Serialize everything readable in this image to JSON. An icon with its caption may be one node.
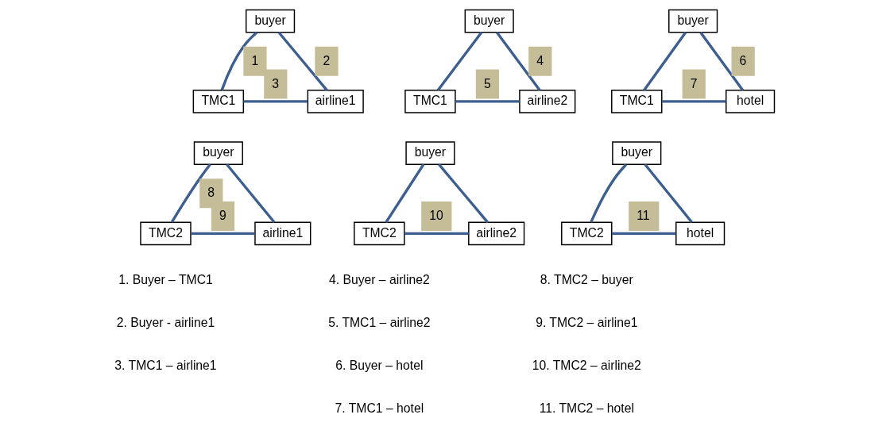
{
  "diagram": {
    "nodes": [
      {
        "text": [
          "buyer"
        ]
      },
      {
        "text": [
          "TMC1"
        ]
      },
      {
        "text": [
          "airline1"
        ]
      },
      {
        "text": [
          "buyer"
        ]
      },
      {
        "text": [
          "TMC1"
        ]
      },
      {
        "text": [
          "airline2"
        ]
      },
      {
        "text": [
          "buyer"
        ]
      },
      {
        "text": [
          "TMC1"
        ]
      },
      {
        "text": [
          "hotel"
        ]
      },
      {
        "text": [
          "buyer"
        ]
      },
      {
        "text": [
          "TMC2"
        ]
      },
      {
        "text": [
          "airline1"
        ]
      },
      {
        "text": [
          "buyer"
        ]
      },
      {
        "text": [
          "TMC2"
        ]
      },
      {
        "text": [
          "airline2"
        ]
      },
      {
        "text": [
          "buyer"
        ]
      },
      {
        "text": [
          "TMC2"
        ]
      },
      {
        "text": [
          "hotel"
        ]
      }
    ],
    "edges": [
      {
        "from": 0,
        "to": 1,
        "arrow": "none",
        "label": "1"
      },
      {
        "from": 0,
        "to": 2,
        "arrow": "none",
        "label": "2"
      },
      {
        "from": 1,
        "to": 2,
        "arrow": "none",
        "label": "3"
      },
      {
        "from": 3,
        "to": 4,
        "arrow": "none"
      },
      {
        "from": 3,
        "to": 5,
        "arrow": "none",
        "label": "4"
      },
      {
        "from": 4,
        "to": 5,
        "arrow": "none",
        "label": "5"
      },
      {
        "from": 6,
        "to": 7,
        "arrow": "none"
      },
      {
        "from": 6,
        "to": 8,
        "arrow": "none",
        "label": "6"
      },
      {
        "from": 7,
        "to": 8,
        "arrow": "none",
        "label": "7"
      },
      {
        "from": 9,
        "to": 10,
        "arrow": "none",
        "label": "8"
      },
      {
        "from": 9,
        "to": 11,
        "arrow": "none"
      },
      {
        "from": 10,
        "to": 11,
        "arrow": "none",
        "label": "9"
      },
      {
        "from": 12,
        "to": 13,
        "arrow": "none"
      },
      {
        "from": 12,
        "to": 14,
        "arrow": "none"
      },
      {
        "from": 13,
        "to": 14,
        "arrow": "none",
        "label": "10"
      },
      {
        "from": 15,
        "to": 16,
        "arrow": "none"
      },
      {
        "from": 15,
        "to": 17,
        "arrow": "none"
      },
      {
        "from": 16,
        "to": 17,
        "arrow": "none",
        "label": "11"
      }
    ],
    "labels": [
      "1. Buyer – TMC1",
      "2. Buyer - airline1",
      "3. TMC1 – airline1",
      "4. Buyer – airline2",
      "5. TMC1 – airline2",
      "6. Buyer – hotel",
      "7. TMC1 – hotel",
      "8. TMC2 – buyer",
      "9. TMC2 – airline1",
      "10. TMC2 – airline2",
      "11. TMC2 – hotel"
    ]
  }
}
